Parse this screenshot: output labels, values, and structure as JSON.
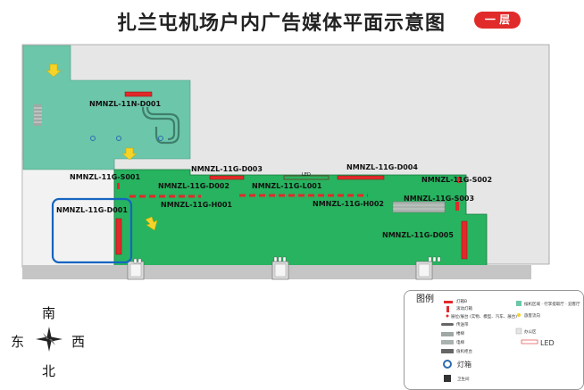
{
  "title": "扎兰屯机场户内广告媒体平面示意图",
  "floor_badge": "一 层",
  "colors": {
    "floor_main": "#27b35f",
    "floor_teal": "#6cc6a9",
    "building_grey": "#e8e8e8",
    "highlight": "#1565c0",
    "accent_red": "#e12a2a",
    "arrow_yellow": "#f5d329"
  },
  "labels": {
    "d001_top": "NMNZL-11N-D001",
    "s001": "NMNZL-11G-S001",
    "d003": "NMNZL-11G-D003",
    "d004": "NMNZL-11G-D004",
    "s002": "NMNZL-11G-S002",
    "d002": "NMNZL-11G-D002",
    "l001": "NMNZL-11G-L001",
    "led": "LED",
    "s003": "NMNZL-11G-S003",
    "d001_left": "NMNZL-11G-D001",
    "h001": "NMNZL-11G-H001",
    "h002": "NMNZL-11G-H002",
    "d005": "NMNZL-11G-D005"
  },
  "compass": {
    "north": "南",
    "south": "北",
    "east": "西",
    "west": "东"
  },
  "legend": {
    "title": "图例",
    "items": {
      "lightbox_b": "灯箱B",
      "scroll_lightbox": "滚动灯箱",
      "exhibit": "展位/展台 (实物、模型、汽车、展台)",
      "conveyor": "传送带",
      "stairs": "楼梯",
      "escalator": "电梯",
      "checkin": "值机柜台",
      "lightbox": "灯箱",
      "restroom": "卫生间",
      "waiting_area": "候机区域 · 行李提取厅 · 迎客厅",
      "passenger_flow": "旅客流向",
      "office": "办公区",
      "led": "LED"
    }
  }
}
